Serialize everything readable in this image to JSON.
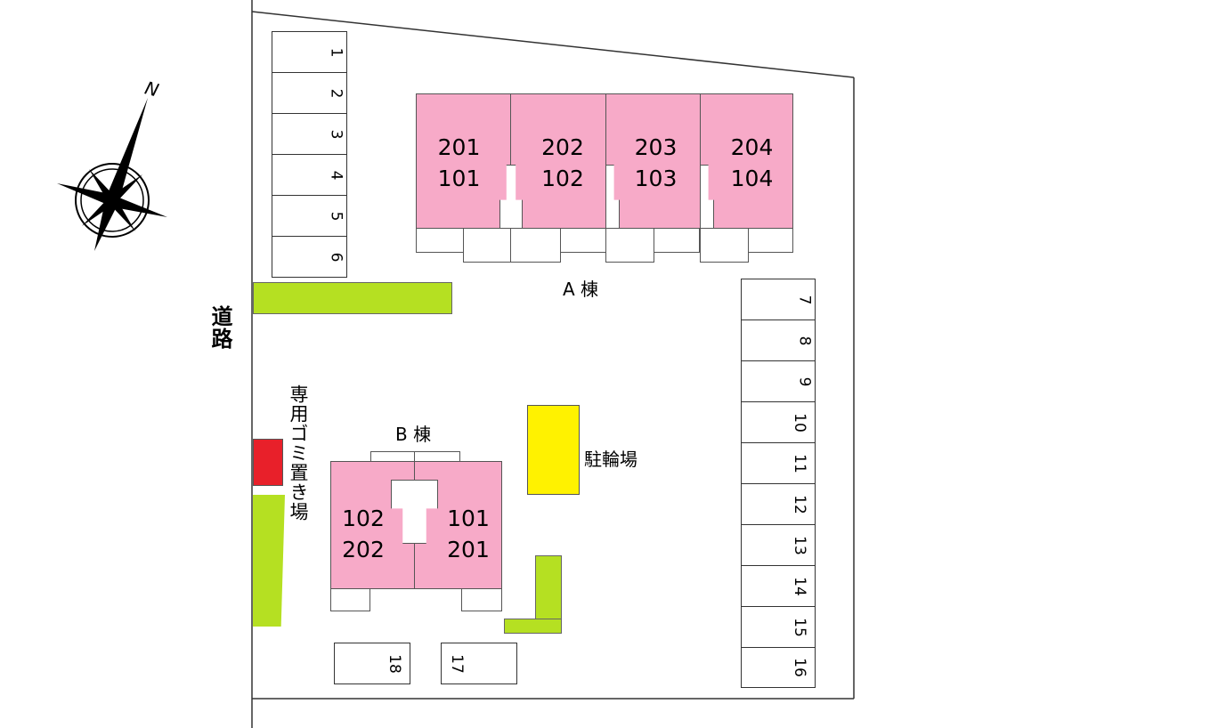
{
  "compass": {
    "north_label": "N"
  },
  "road_label": "道路",
  "garbage_label": "専用ゴミ置き場",
  "bicycle_label": "駐輪場",
  "building_a": {
    "label": "A 棟",
    "units": [
      {
        "upper": "201",
        "lower": "101"
      },
      {
        "upper": "202",
        "lower": "102"
      },
      {
        "upper": "203",
        "lower": "103"
      },
      {
        "upper": "204",
        "lower": "104"
      }
    ]
  },
  "building_b": {
    "label": "B 棟",
    "units": [
      {
        "upper": "102",
        "lower": "202"
      },
      {
        "upper": "101",
        "lower": "201"
      }
    ]
  },
  "parking_left": [
    "1",
    "2",
    "3",
    "4",
    "5",
    "6"
  ],
  "parking_right": [
    "7",
    "8",
    "9",
    "10",
    "11",
    "12",
    "13",
    "14",
    "15",
    "16"
  ],
  "parking_bottom": [
    "18",
    "17"
  ],
  "colors": {
    "unit": "#f7aac8",
    "planting": "#b5e022",
    "garbage": "#e8202a",
    "bicycle": "#fff200"
  }
}
